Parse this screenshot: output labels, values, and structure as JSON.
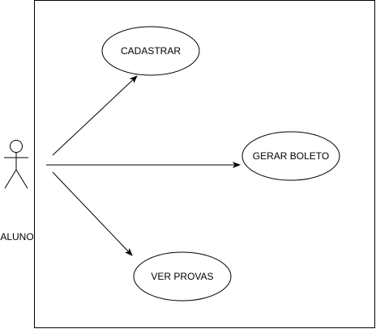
{
  "diagram": {
    "type": "use-case",
    "actor": {
      "label": "ALUNO",
      "icon": "stick-figure-icon"
    },
    "use_cases": [
      {
        "key": "cadastrar",
        "label": "CADASTRAR"
      },
      {
        "key": "gerar-boleto",
        "label": "GERAR BOLETO"
      },
      {
        "key": "ver-provas",
        "label": "VER PROVAS"
      }
    ],
    "associations": [
      {
        "from": "ALUNO",
        "to": "CADASTRAR"
      },
      {
        "from": "ALUNO",
        "to": "GERAR BOLETO"
      },
      {
        "from": "ALUNO",
        "to": "VER PROVAS"
      }
    ],
    "colors": {
      "stroke": "#000000",
      "fill": "#ffffff",
      "text": "#000000"
    }
  }
}
